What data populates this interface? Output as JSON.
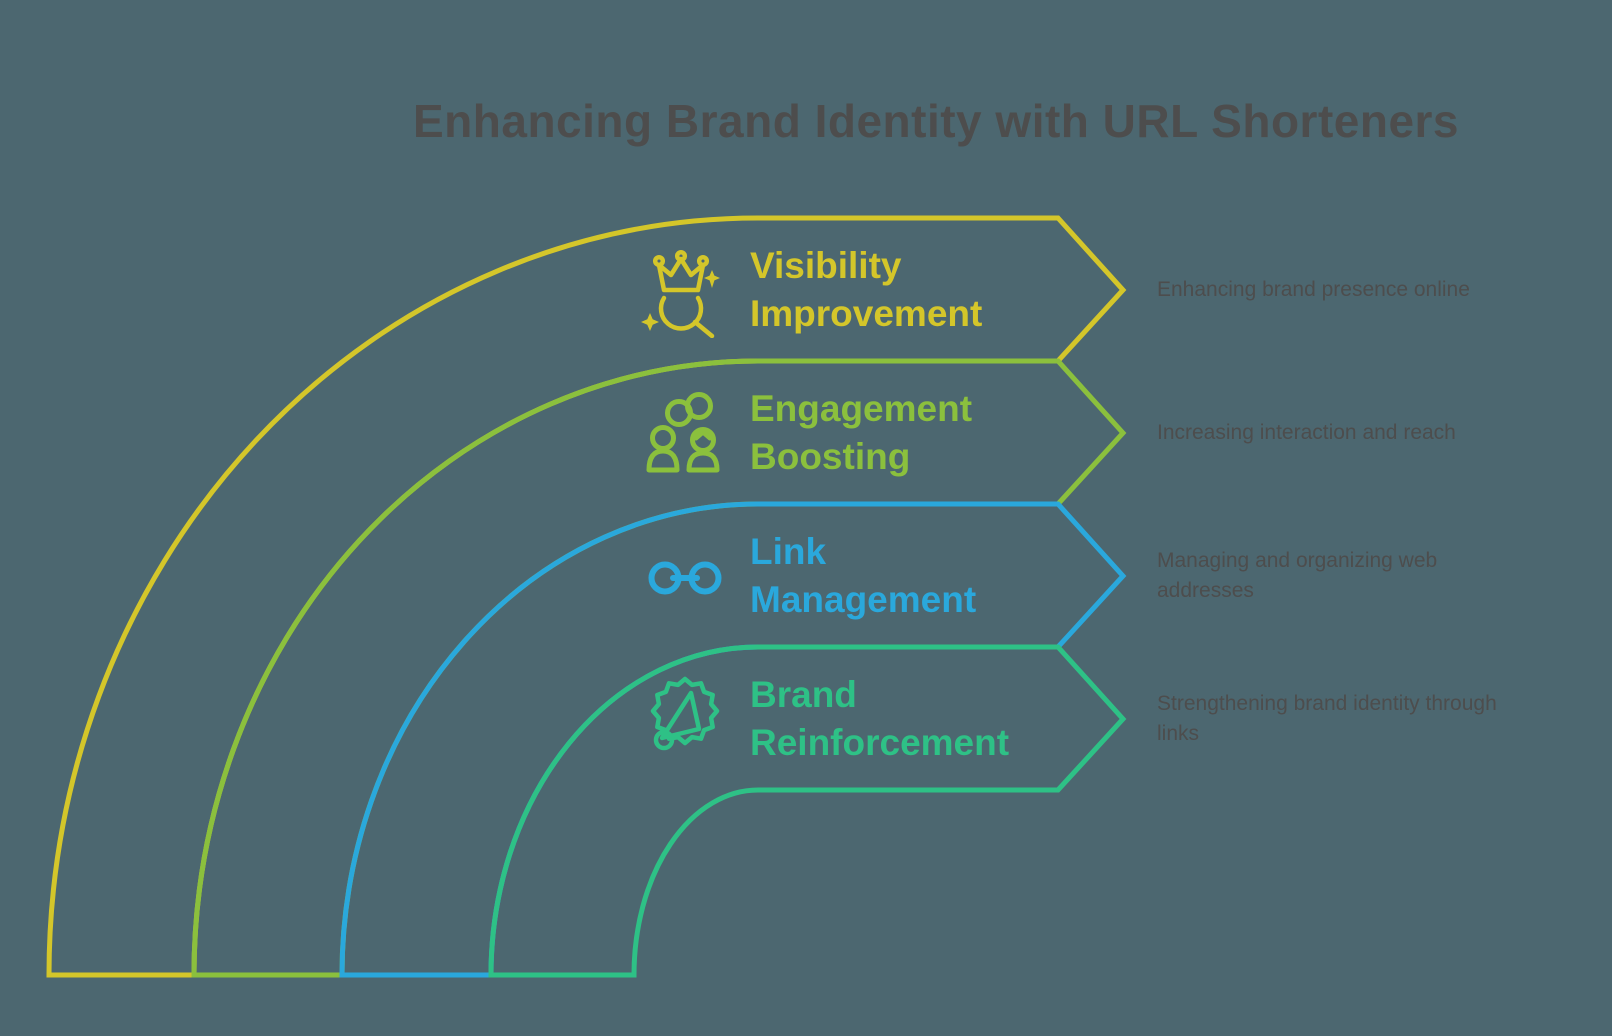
{
  "title": "Enhancing Brand Identity with URL Shorteners",
  "colors": {
    "background": "#4c6770",
    "title_text": "#4d4d4d",
    "description_text": "#4d4d4d"
  },
  "bands": [
    {
      "label": "Visibility Improvement",
      "description": "Enhancing brand presence online",
      "color": "#d4c62a",
      "icon": "crown-magnifier-icon"
    },
    {
      "label": "Engagement Boosting",
      "description": "Increasing interaction and reach",
      "color": "#8bc03d",
      "icon": "people-chain-icon"
    },
    {
      "label": "Link Management",
      "description": "Managing and organizing web addresses",
      "color": "#2aa8dc",
      "icon": "chain-link-icon"
    },
    {
      "label": "Brand Reinforcement",
      "description": "Strengthening brand identity through links",
      "color": "#2ec186",
      "icon": "badge-megaphone-icon"
    }
  ]
}
